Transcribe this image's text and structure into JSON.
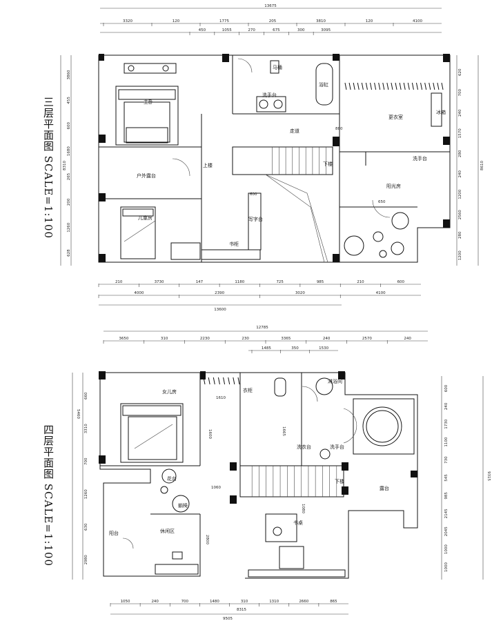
{
  "floor3": {
    "title": "三层平面图  SCALE=1:100",
    "dims_top_total": "13675",
    "dims_top_row1": [
      "3320",
      "120",
      "1775",
      "205",
      "3810",
      "120",
      "4100"
    ],
    "dims_top_row2": [
      "450",
      "1055",
      "270",
      "675",
      "300",
      "3095"
    ],
    "dims_bottom_row1": [
      "210",
      "3730",
      "147",
      "1180",
      "725",
      "985",
      "210",
      "600"
    ],
    "dims_bottom_row2": [
      "4000",
      "2390",
      "3020",
      "4100"
    ],
    "dims_bottom_total": "13600",
    "dims_left": [
      "3860",
      "455",
      "600",
      "1680",
      "265",
      "200",
      "1260",
      "628"
    ],
    "dims_left_total": "8310",
    "dims_right": [
      "620",
      "700",
      "240",
      "1570",
      "280",
      "240",
      "1200",
      "2560",
      "280",
      "1200"
    ],
    "dims_right_total": "8610",
    "rooms": {
      "master": "主卧",
      "bath_cabinet": "洗手台",
      "closet": "更衣室",
      "stair_up": "上楼",
      "stair_down": "下楼",
      "corridor": "走道",
      "outdoor": "户外露台",
      "desk": "写字台",
      "kids": "儿童房",
      "bookcase": "书柜",
      "sunroom": "阳光房",
      "wash": "洗手台",
      "fridge": "冰箱",
      "toilet": "马桶",
      "bath": "浴缸",
      "w600": "600",
      "w650": "650",
      "w880": "880"
    }
  },
  "floor4": {
    "title": "四层平面图  SCALE=1:100",
    "dims_top_total": "12785",
    "dims_top_row1": [
      "3650",
      "310",
      "2230",
      "230",
      "3365",
      "240",
      "2570",
      "240"
    ],
    "dims_top_row2": [
      "1485",
      "350",
      "1530"
    ],
    "dims_bottom_row1": [
      "1050",
      "240",
      "700",
      "1480",
      "310",
      "1310",
      "2660",
      "865"
    ],
    "dims_bottom_total": "9505",
    "dims_bottom_mid": "8315",
    "dims_left": [
      "660",
      "3310",
      "700",
      "1260",
      "630",
      "2980"
    ],
    "dims_left_total": "5460",
    "dims_right": [
      "600",
      "240",
      "1730",
      "1100",
      "730",
      "545",
      "985",
      "2145",
      "2045",
      "1000",
      "1000"
    ],
    "dims_right_total": "9315",
    "rooms": {
      "girl": "女儿房",
      "leisure": "休闲区",
      "flower": "花台",
      "lounge": "躺椅",
      "balcony": "阳台",
      "study": "书桌",
      "terrace": "露台",
      "stair_down": "下楼",
      "wash": "洗手台",
      "laundry": "洗衣台",
      "shower": "淋浴间",
      "cabinet": "衣柜",
      "d1610": "1610",
      "d1600": "1600",
      "d1060": "1060",
      "d2800": "2800",
      "d1080": "1080",
      "d1665": "1665"
    }
  }
}
